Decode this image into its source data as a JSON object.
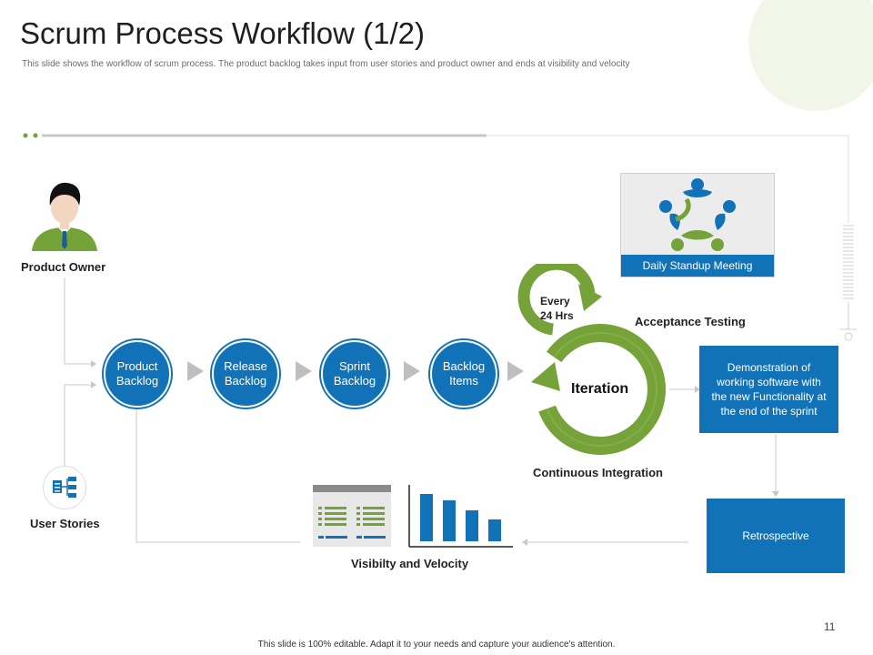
{
  "header": {
    "title": "Scrum Process Workflow (1/2)",
    "subtitle": "This slide shows the workflow of scrum process. The product backlog takes input  from user stories and product owner and ends at visibility and velocity"
  },
  "labels": {
    "product_owner": "Product Owner",
    "user_stories": "User Stories",
    "visibility_velocity": "Visibilty and Velocity",
    "acceptance_testing": "Acceptance Testing",
    "continuous_integration": "Continuous Integration",
    "every": "Every",
    "hrs": "24 Hrs",
    "iteration": "Iteration",
    "daily_standup": "Daily Standup Meeting",
    "demonstration": "Demonstration of working software with the new Functionality at the end of the sprint",
    "retrospective": "Retrospective"
  },
  "steps": [
    {
      "line1": "Product",
      "line2": "Backlog"
    },
    {
      "line1": "Release",
      "line2": "Backlog"
    },
    {
      "line1": "Sprint",
      "line2": "Backlog"
    },
    {
      "line1": "Backlog",
      "line2": "Items"
    }
  ],
  "footer": {
    "note": "This slide is 100% editable.  Adapt it to your needs and capture your audience's attention.",
    "page_number": "11"
  },
  "colors": {
    "blue": "#1272b8",
    "green": "#76a23a",
    "gray_line": "#c8c8c8"
  }
}
